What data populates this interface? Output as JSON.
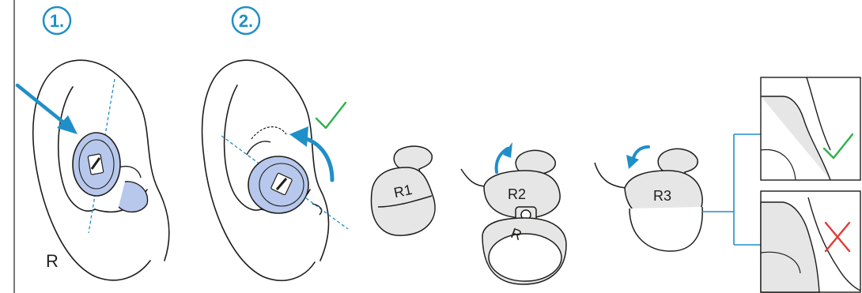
{
  "steps": [
    {
      "label": "1."
    },
    {
      "label": "2."
    }
  ],
  "side_label": "R",
  "tip_labels": [
    "R1",
    "R2",
    "R3"
  ],
  "housing_label": "R",
  "result_marks": {
    "correct": "check",
    "incorrect": "cross"
  },
  "colors": {
    "accent": "#1f8fc8",
    "earbud_fill": "#b7c8ec",
    "check_green": "#2eb24a",
    "cross_red": "#e23a35",
    "line": "#1d1d1b",
    "tip_fill": "#e6e6e6"
  },
  "icons": {
    "step_badge": "circled-number",
    "arrow_insert": "arrow-right-down",
    "arrow_rotate": "curved-arrow",
    "ok": "check-icon",
    "bad": "cross-icon"
  }
}
